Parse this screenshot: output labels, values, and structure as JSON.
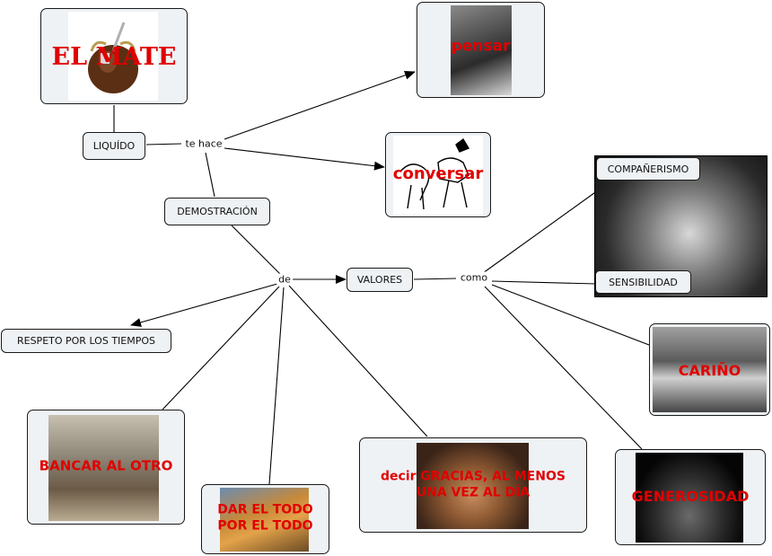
{
  "colors": {
    "caption_red": "#e10000",
    "node_fill": "#eef2f5",
    "border": "#1a1a1a"
  },
  "concepts": {
    "el_mate": "EL MATE",
    "liquido": "LIQUÍDO",
    "demostracion": "DEMOSTRACIÓN",
    "valores": "VALORES",
    "respeto": "RESPETO POR LOS TIEMPOS"
  },
  "linking_phrases": {
    "te_hace": "te hace",
    "de": "de",
    "como": "como"
  },
  "image_cards": {
    "pensar": "pensar",
    "conversar": "conversar",
    "companerismo": "COMPAÑERISMO",
    "sensibilidad": "SENSIBILIDAD",
    "carino": "CARIÑO",
    "generosidad": "GENEROSIDAD",
    "bancar": "BANCAR AL OTRO",
    "dar_line1": "DAR EL TODO",
    "dar_line2": "POR EL TODO",
    "gracias_line1": "decir GRACIAS, AL MENOS",
    "gracias_line2": "UNA VEZ AL DÍA"
  }
}
